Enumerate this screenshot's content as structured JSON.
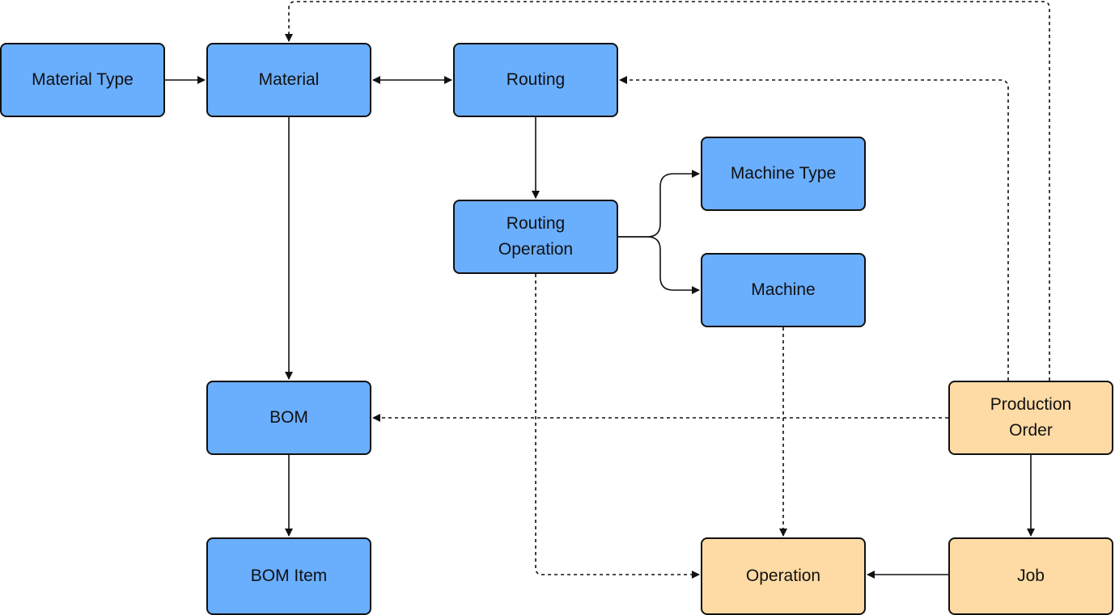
{
  "colors": {
    "master_fill": "#6aaefe",
    "order_fill": "#fedba5",
    "stroke": "#111111",
    "connector": "#111111"
  },
  "nodes": {
    "material_type": {
      "label": "Material Type",
      "kind": "master"
    },
    "material": {
      "label": "Material",
      "kind": "master"
    },
    "routing": {
      "label": "Routing",
      "kind": "master"
    },
    "machine_type": {
      "label": "Machine Type",
      "kind": "master"
    },
    "routing_operation": {
      "label": "Routing\nOperation",
      "kind": "master"
    },
    "machine": {
      "label": "Machine",
      "kind": "master"
    },
    "bom": {
      "label": "BOM",
      "kind": "master"
    },
    "bom_item": {
      "label": "BOM Item",
      "kind": "master"
    },
    "production_order": {
      "label": "Production\nOrder",
      "kind": "order"
    },
    "operation": {
      "label": "Operation",
      "kind": "order"
    },
    "job": {
      "label": "Job",
      "kind": "order"
    }
  },
  "edges": [
    {
      "from": "material_type",
      "to": "material",
      "style": "solid",
      "arrows": "end"
    },
    {
      "from": "material",
      "to": "routing",
      "style": "solid",
      "arrows": "both"
    },
    {
      "from": "material",
      "to": "bom",
      "style": "solid",
      "arrows": "end"
    },
    {
      "from": "routing",
      "to": "routing_operation",
      "style": "solid",
      "arrows": "end"
    },
    {
      "from": "routing_operation",
      "to": "machine_type",
      "style": "solid",
      "arrows": "end"
    },
    {
      "from": "routing_operation",
      "to": "machine",
      "style": "solid",
      "arrows": "end"
    },
    {
      "from": "bom",
      "to": "bom_item",
      "style": "solid",
      "arrows": "end"
    },
    {
      "from": "production_order",
      "to": "job",
      "style": "solid",
      "arrows": "end"
    },
    {
      "from": "job",
      "to": "operation",
      "style": "solid",
      "arrows": "end"
    },
    {
      "from": "production_order",
      "to": "material",
      "style": "dashed",
      "arrows": "end"
    },
    {
      "from": "production_order",
      "to": "routing",
      "style": "dashed",
      "arrows": "end"
    },
    {
      "from": "production_order",
      "to": "bom",
      "style": "dashed",
      "arrows": "end"
    },
    {
      "from": "machine",
      "to": "operation",
      "style": "dashed",
      "arrows": "end"
    },
    {
      "from": "routing_operation",
      "to": "operation",
      "style": "dashed",
      "arrows": "end"
    }
  ]
}
